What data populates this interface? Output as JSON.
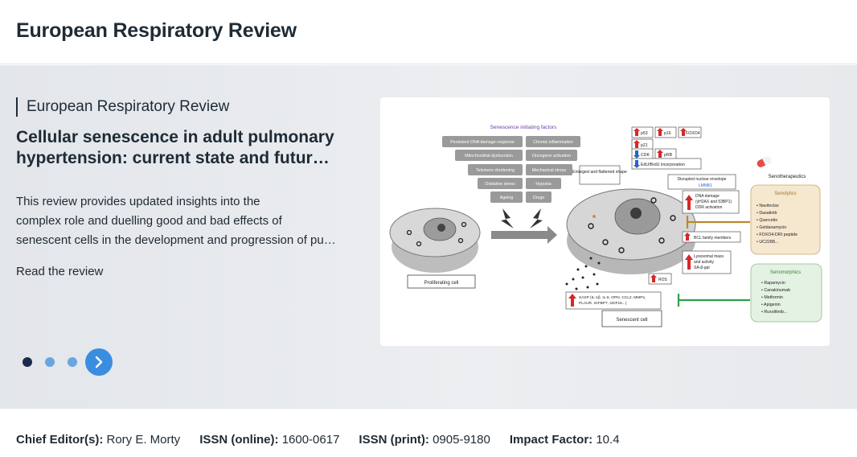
{
  "header": {
    "site_title": "European Respiratory Review"
  },
  "slide": {
    "journal": "European Respiratory Review",
    "title_line1": "Cellular senescence in adult pulmonary",
    "title_line2": "hypertension: current state and future perspectives",
    "desc_line1": "This review provides updated insights into the",
    "desc_line2": "complex role and duelling good and bad effects of",
    "desc_line3": "senescent cells in the development and progression of pulmonary hypertension",
    "read_link": "Read the review"
  },
  "carousel": {
    "active_index": 0,
    "total": 3
  },
  "figure": {
    "initiating_title": "Senescence initiating factors",
    "factors_left": [
      "Persistent DNA damage response",
      "Mitochondrial dysfunction",
      "Telomere shortening",
      "Oxidative stress",
      "Ageing"
    ],
    "factors_right": [
      "Chronic inflammation",
      "Oncogene activation",
      "Mechanical stress",
      "Hypoxia",
      "Drugs"
    ],
    "markers": {
      "p53": "p53",
      "p16": "p16",
      "foxo4": "FOXO4",
      "p21": "p21",
      "cdk": "CDK",
      "prb": "pRB",
      "edu": "EdU/BrdU incorporation"
    },
    "enlarged": "Enlarged and flattened shape",
    "nuclear_envelope": "Disrupted nuclear envelope",
    "lmnb1": "LMNB1",
    "dna_damage_l1": "DNA damage",
    "dna_damage_l2": "(γH2AX and 53BP1)",
    "dna_damage_l3": "DDR activation",
    "bcl": "BCL family members",
    "lyso_l1": "Lysosomal mass",
    "lyso_l2": "and activity",
    "lyso_l3": "SA-β-gal",
    "ros": "ROS",
    "sasp_l1": "SASP (IL-1β, IL-6, OPN, CCL2, MMPs,",
    "sasp_l2": "PLAUR, IGFBP7, GDF15...)",
    "proliferating": "Proliferating cell",
    "senescent": "Senescent cell",
    "senotherapeutics": "Senotherapeutics",
    "senolytics_title": "Senolytics",
    "senolytics": [
      "• Navitoclax",
      "• Dasatinib",
      "• Quercetin",
      "• Geldanamycin",
      "• FOXO4-DRI peptide",
      "• UC2288..."
    ],
    "senomorphics_title": "Senomorphics",
    "senomorphics": [
      "• Rapamycin",
      "• Canakinumab",
      "• Metformin",
      "• Apigenin",
      "• Ruxolitinib..."
    ]
  },
  "footer": {
    "chief_label": "Chief Editor(s):",
    "chief_value": "Rory E. Morty",
    "issn_online_label": "ISSN (online):",
    "issn_online_value": "1600-0617",
    "issn_print_label": "ISSN (print):",
    "issn_print_value": "0905-9180",
    "impact_label": "Impact Factor:",
    "impact_value": "10.4"
  },
  "colors": {
    "accent": "#3b8de0",
    "dot_active": "#1a2a4a",
    "dot_inactive": "#6aa5e0",
    "title_text": "#1e2b36"
  },
  "icons": {
    "next": "chevron-right-icon"
  }
}
